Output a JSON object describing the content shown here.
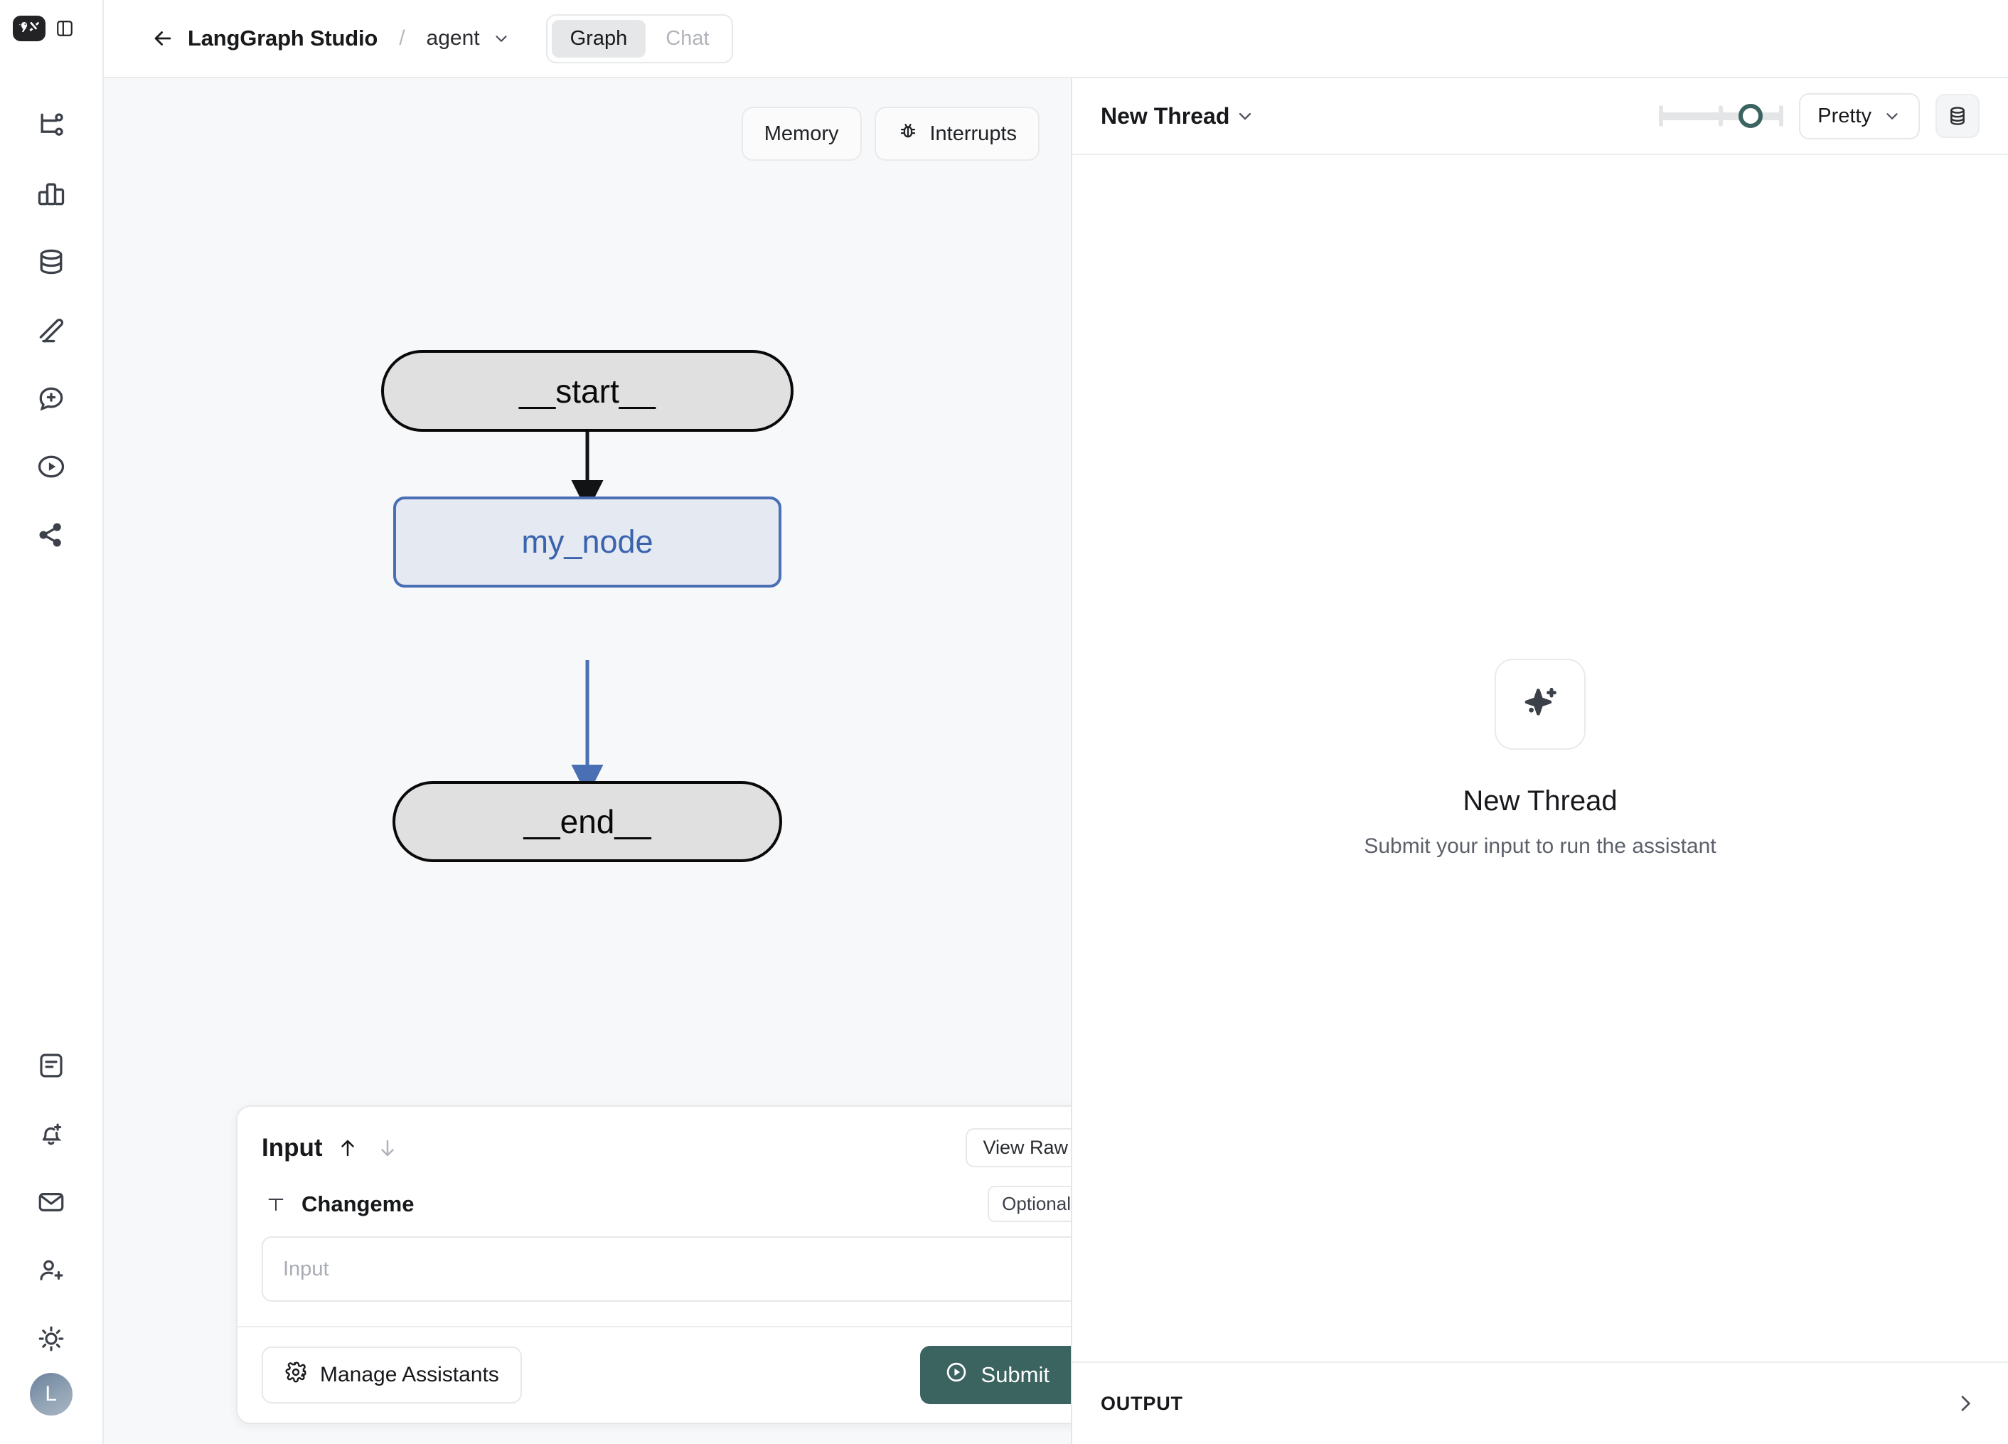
{
  "topbar": {
    "back_icon": "arrow-left-icon",
    "app_title": "LangGraph Studio",
    "separator": "/",
    "graph_name": "agent",
    "tabs": [
      {
        "label": "Graph",
        "active": true
      },
      {
        "label": "Chat",
        "active": false
      }
    ]
  },
  "rail": {
    "logo_icon": "langchain-parrot-tool-logo",
    "panel_toggle_icon": "sidebar-toggle-icon",
    "top_items": [
      {
        "icon": "git-branch-icon"
      },
      {
        "icon": "bar-chart-icon"
      },
      {
        "icon": "database-icon"
      },
      {
        "icon": "pencil-icon"
      },
      {
        "icon": "message-plus-icon"
      },
      {
        "icon": "play-circle-icon"
      },
      {
        "icon": "share-network-icon"
      }
    ],
    "bottom_items": [
      {
        "icon": "notes-icon"
      },
      {
        "icon": "bell-plus-icon"
      },
      {
        "icon": "mail-icon"
      },
      {
        "icon": "user-plus-icon"
      },
      {
        "icon": "sun-icon"
      }
    ],
    "avatar_initial": "L"
  },
  "graph": {
    "tools": [
      {
        "label": "Memory",
        "icon": null
      },
      {
        "label": "Interrupts",
        "icon": "bug-icon"
      }
    ],
    "nodes": [
      {
        "id": "start",
        "label": "__start__",
        "kind": "terminal"
      },
      {
        "id": "my_node",
        "label": "my_node",
        "kind": "regular"
      },
      {
        "id": "end",
        "label": "__end__",
        "kind": "terminal"
      }
    ],
    "edges": [
      {
        "from": "start",
        "to": "my_node",
        "color": "#121315"
      },
      {
        "from": "my_node",
        "to": "end",
        "color": "#4a6fb5"
      }
    ],
    "colors": {
      "canvas_bg": "#f7f8fa",
      "terminal_fill": "#e0e0e1",
      "terminal_border": "#09090a",
      "node_fill": "#e5e9f2",
      "node_border": "#4a6fb5",
      "node_text": "#3a63ad"
    }
  },
  "input_panel": {
    "title": "Input",
    "up_icon": "arrow-up-icon",
    "down_icon": "arrow-down-icon",
    "view_raw_label": "View Raw",
    "collapse_icon": "chevron-down-icon",
    "field": {
      "type_icon": "text-type-icon",
      "label": "Changeme",
      "badge": "Optional",
      "chevron_icon": "chevron-down-icon",
      "value": "",
      "placeholder": "Input"
    },
    "manage_label": "Manage Assistants",
    "manage_icon": "gear-icon",
    "submit_label": "Submit",
    "submit_icon": "play-circle-icon",
    "submit_chevron_icon": "chevron-down-icon",
    "submit_color": "#3b6360"
  },
  "right_panel": {
    "thread_name": "New Thread",
    "thread_chevron_icon": "chevron-down-icon",
    "slider": {
      "value_pct": 66,
      "ticks": 3,
      "accent": "#3b6360"
    },
    "format_label": "Pretty",
    "format_chevron_icon": "chevron-down-icon",
    "db_icon": "database-icon",
    "empty_state": {
      "icon": "sparkles-icon",
      "title": "New Thread",
      "subtitle": "Submit your input to run the assistant"
    },
    "output_label": "OUTPUT",
    "output_chevron_icon": "chevron-right-icon"
  }
}
